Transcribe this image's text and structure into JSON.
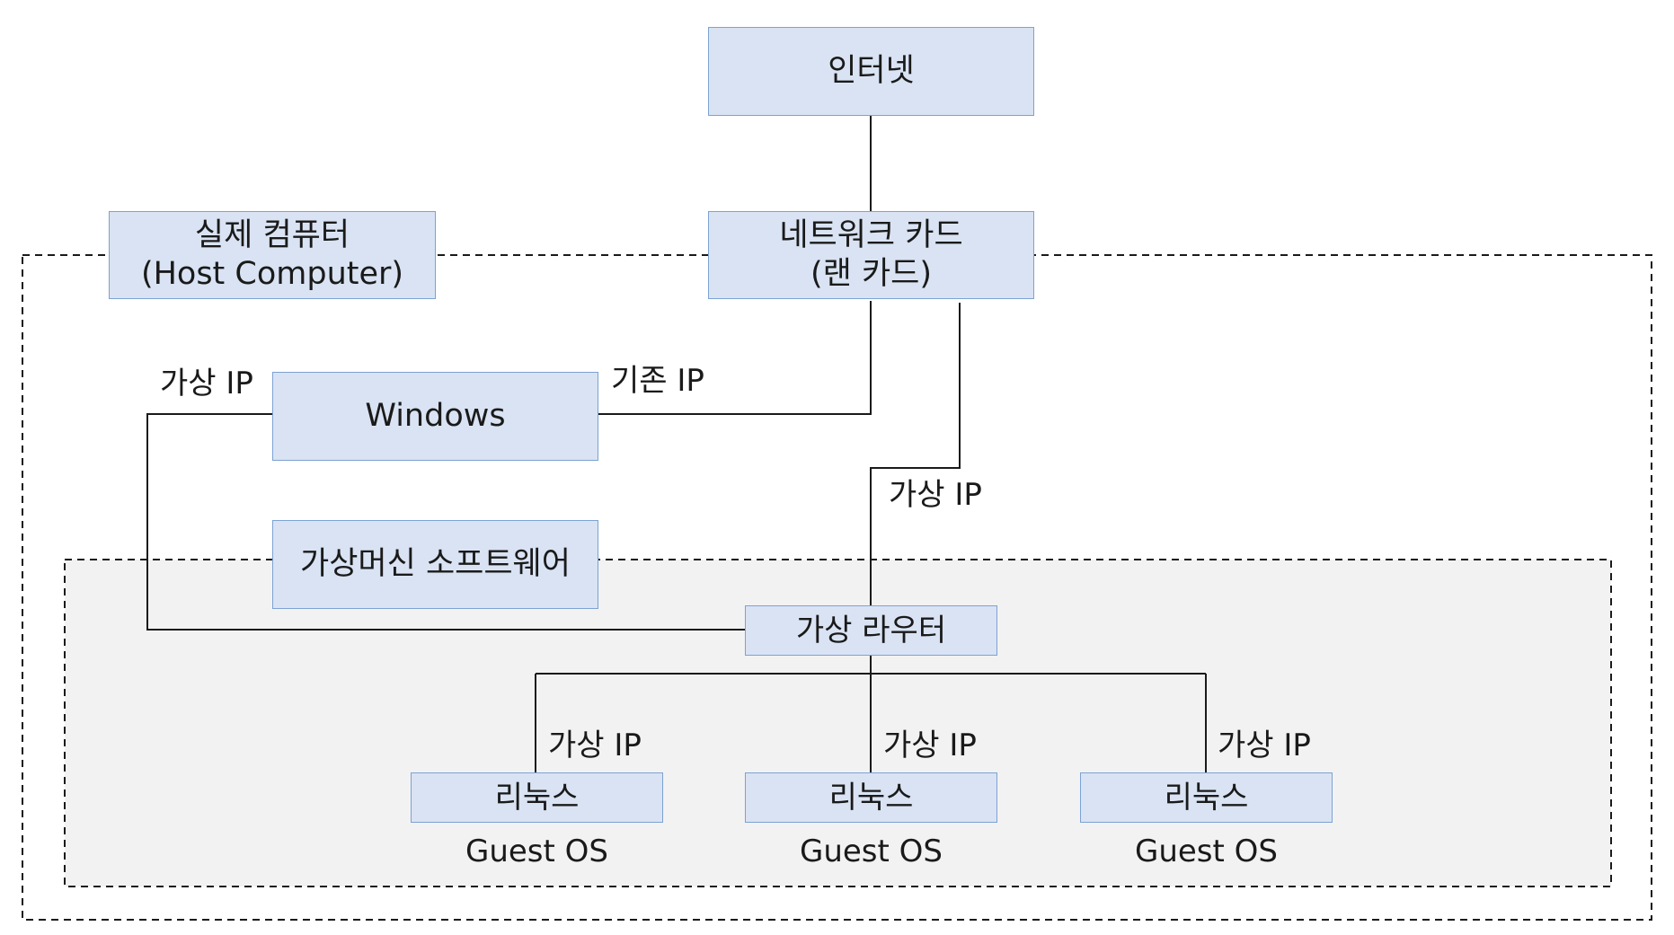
{
  "nodes": {
    "internet": "인터넷",
    "nic_line1": "네트워크 카드",
    "nic_line2": "(랜 카드)",
    "host_line1": "실제 컴퓨터",
    "host_line2": "(Host Computer)",
    "windows": "Windows",
    "vm_software": "가상머신 소프트웨어",
    "virtual_router": "가상 라우터",
    "guests": [
      {
        "name": "리눅스",
        "caption": "Guest OS"
      },
      {
        "name": "리눅스",
        "caption": "Guest OS"
      },
      {
        "name": "리눅스",
        "caption": "Guest OS"
      }
    ]
  },
  "edge_labels": {
    "existing_ip": "기존 IP",
    "virtual_ip_windows": "가상 IP",
    "virtual_ip_router": "가상 IP",
    "virtual_ip_guests": [
      "가상 IP",
      "가상 IP",
      "가상 IP"
    ]
  },
  "colors": {
    "box_fill": "#d9e3f3",
    "box_border": "#7da2d2",
    "vm_area_fill": "#f2f2f2",
    "line": "#1a1a1a"
  }
}
